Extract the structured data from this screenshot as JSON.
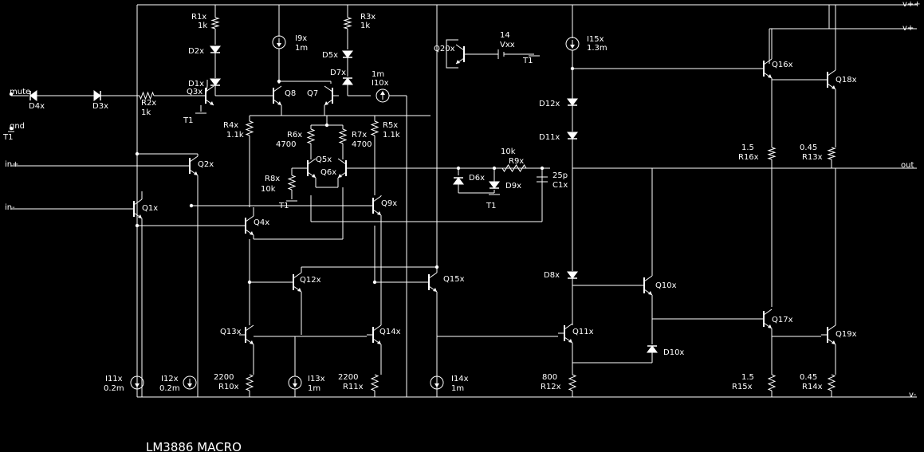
{
  "title": "LM3886 MACRO",
  "colors": {
    "background": "#000000",
    "wire": "#ffffff"
  },
  "ports": {
    "vpp": "v++",
    "vp": "v+",
    "out": "out",
    "vm": "v-",
    "mute": "mute",
    "gnd": "gnd",
    "gnd_t": "T1",
    "inp": "in+",
    "inm": "in-"
  },
  "labels": {
    "r1": "R1x",
    "r1v": "1k",
    "r3": "R3x",
    "r3v": "1k",
    "d2": "D2x",
    "d1": "D1x",
    "d4": "D4x",
    "d3": "D3x",
    "r2": "R2x",
    "r2v": "1k",
    "q3": "Q3x",
    "t1a": "T1",
    "i9": "I9x",
    "i9v": "1m",
    "d5": "D5x",
    "d7": "D7x",
    "i10v": "1m",
    "i10": "I10x",
    "q8": "Q8",
    "q7": "Q7",
    "q20": "Q20x",
    "vxx_v": "14",
    "vxx": "Vxx",
    "t1b": "T1",
    "i15": "I15x",
    "i15v": "1.3m",
    "d12": "D12x",
    "d11": "D11x",
    "r4": "R4x",
    "r4v": "1.1k",
    "r6": "R6x",
    "r6v": "4700",
    "r7": "R7x",
    "r7v": "4700",
    "r5": "R5x",
    "r5v": "1.1k",
    "q5": "Q5x",
    "q6": "Q6x",
    "r8": "R8x",
    "r8v": "10k",
    "t1c": "T1",
    "q2": "Q2x",
    "q1": "Q1x",
    "q4": "Q4x",
    "q9": "Q9x",
    "r9v": "10k",
    "r9": "R9x",
    "c1v": "25p",
    "c1": "C1x",
    "d6": "D6x",
    "d9": "D9x",
    "t1d": "T1",
    "q16": "Q16x",
    "q18": "Q18x",
    "r16v": "1.5",
    "r16": "R16x",
    "r13v": "0.45",
    "r13": "R13x",
    "q12": "Q12x",
    "q15": "Q15x",
    "d8": "D8x",
    "q10": "Q10x",
    "q13": "Q13x",
    "q14": "Q14x",
    "q11": "Q11x",
    "q17": "Q17x",
    "q19": "Q19x",
    "d10": "D10x",
    "i11": "I11x",
    "i11v": "0.2m",
    "i12": "I12x",
    "i12v": "0.2m",
    "r10v": "2200",
    "r10": "R10x",
    "i13": "I13x",
    "i13v": "1m",
    "r11v": "2200",
    "r11": "R11x",
    "i14": "I14x",
    "i14v": "1m",
    "r12v": "800",
    "r12": "R12x",
    "r15v": "1.5",
    "r15": "R15x",
    "r14v": "0.45",
    "r14": "R14x"
  }
}
